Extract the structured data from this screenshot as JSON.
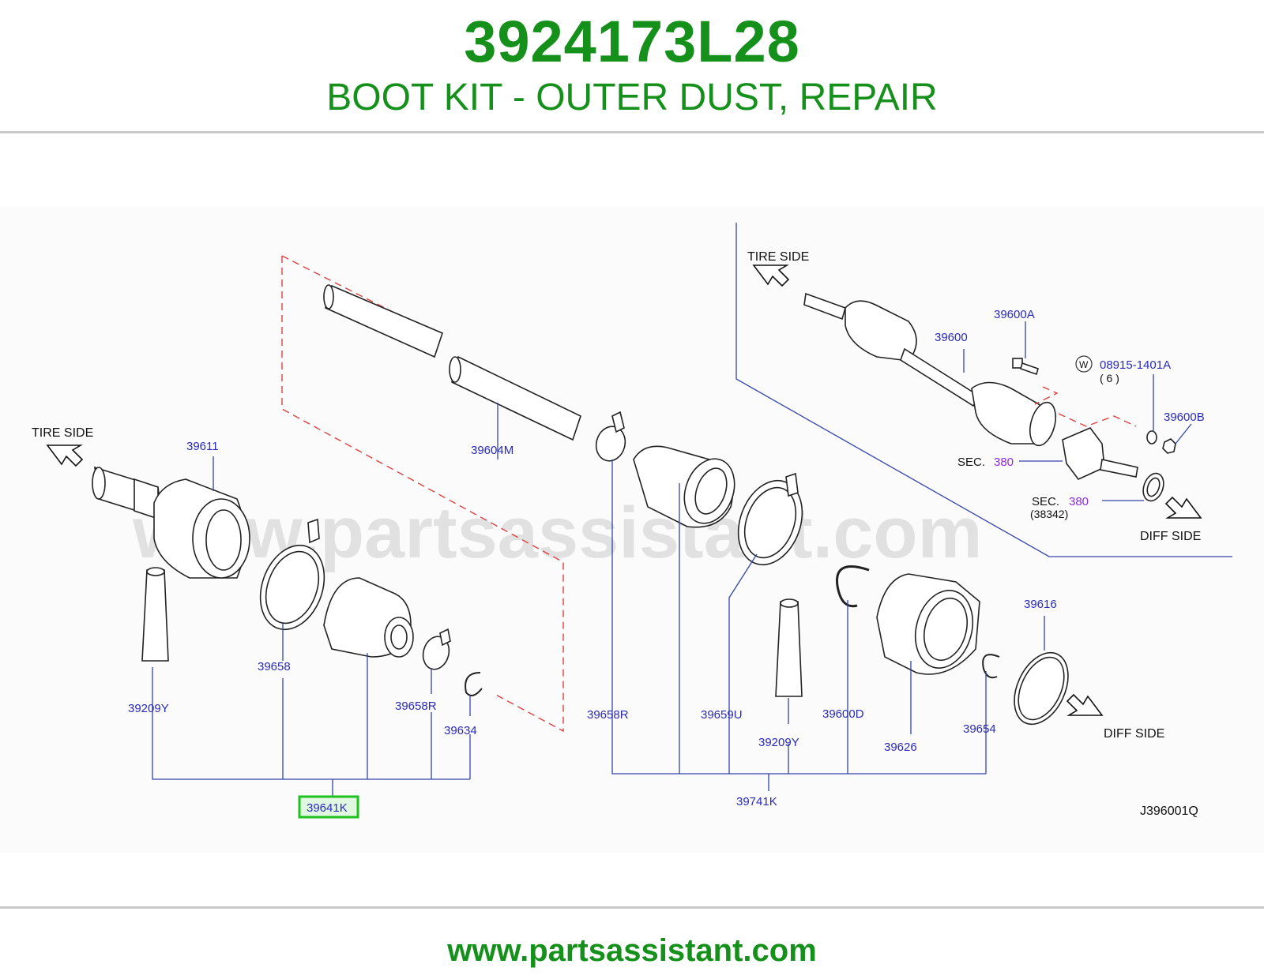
{
  "header": {
    "part_number": "3924173L28",
    "title": "BOOT KIT - OUTER DUST, REPAIR"
  },
  "diagram": {
    "code": "J396001Q",
    "watermark": "www.partsassistant.com",
    "tire_side_left": "TIRE   SIDE",
    "tire_side_right": "TIRE   SIDE",
    "diff_side_lower": "DIFF   SIDE",
    "diff_side_upper": "DIFF   SIDE",
    "sec_label_1": "SEC.",
    "sec_num_1": "380",
    "sec_label_2": "SEC.",
    "sec_num_2": "380",
    "sec_sub_2": "(38342)",
    "washer_symbol": "W",
    "washer_part": "08915-1401A",
    "washer_qty": "( 6 )",
    "highlighted_part": "39641K",
    "labels": {
      "p39611": "39611",
      "p39604M": "39604M",
      "p39658": "39658",
      "p39209Y_left": "39209Y",
      "p39658R_left": "39658R",
      "p39634": "39634",
      "p39658R_right": "39658R",
      "p39659U": "39659U",
      "p39209Y_right": "39209Y",
      "p39600D": "39600D",
      "p39626": "39626",
      "p39654": "39654",
      "p39616": "39616",
      "p39741K": "39741K",
      "p39600": "39600",
      "p39600A": "39600A",
      "p39600B": "39600B"
    },
    "colors": {
      "label_blue": "#2a2ab8",
      "highlight_green": "#1ec21e",
      "dashed_red": "#e04040",
      "sec_purple": "#8a2be2"
    }
  },
  "footer": {
    "url": "www.partsassistant.com"
  }
}
